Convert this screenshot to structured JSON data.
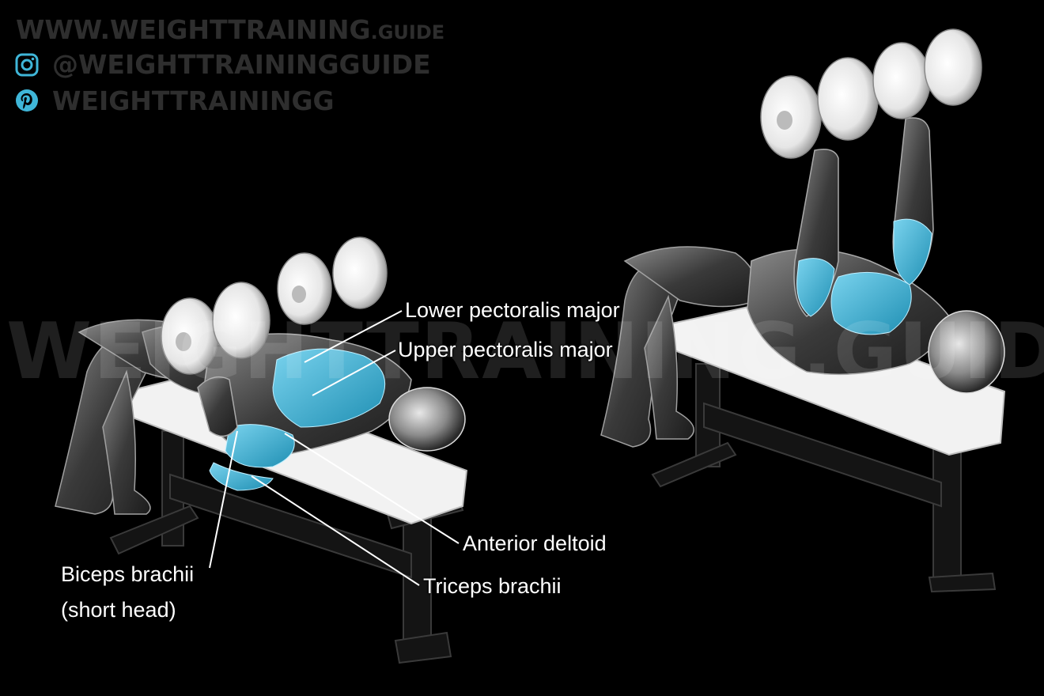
{
  "branding": {
    "website_main": "WWW.WEIGHTTRAINING",
    "website_suffix": ".GUIDE",
    "instagram_handle": "@WEIGHTTRAININGGUIDE",
    "pinterest_handle": "WEIGHTTRAININGG",
    "watermark": "WEIGHTTRAINING.GUIDE"
  },
  "labels": {
    "lower_pectoralis": "Lower pectoralis major",
    "upper_pectoralis": "Upper pectoralis major",
    "anterior_deltoid": "Anterior deltoid",
    "triceps": "Triceps brachii",
    "biceps_line1": "Biceps brachii",
    "biceps_line2": "(short head)"
  },
  "colors": {
    "background": "#000000",
    "muscle_highlight": "#3fb6d8",
    "body": "#3a3a3a",
    "bench": "#f2f2f2",
    "frame": "#1a1a1a",
    "plates": "#f5f5f5",
    "brand_text": "#2e2e2e",
    "label_text": "#ffffff"
  },
  "icons": {
    "instagram": "instagram-icon",
    "pinterest": "pinterest-icon"
  }
}
